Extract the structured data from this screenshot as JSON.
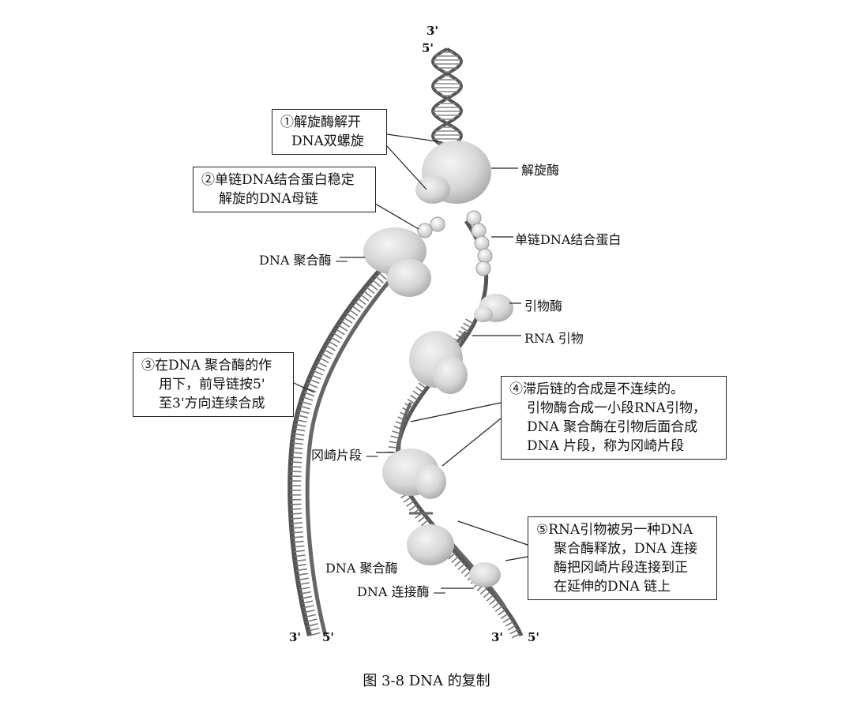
{
  "ends": {
    "top3": "3'",
    "top5": "5'",
    "bl3": "3'",
    "bl5": "5'",
    "br3": "3'",
    "br5": "5'"
  },
  "boxes": {
    "step1": [
      "①解旋酶解开",
      "DNA双螺旋"
    ],
    "step2": [
      "②单链DNA结合蛋白稳定",
      "解旋的DNA母链"
    ],
    "step3": [
      "③在DNA 聚合酶的作",
      "用下，前导链按5'",
      "至3'方向连续合成"
    ],
    "step4": [
      "④滞后链的合成是不连续的。",
      "引物酶合成一小段RNA引物，",
      "DNA 聚合酶在引物后面合成",
      "DNA 片段，称为冈崎片段"
    ],
    "step5": [
      "⑤RNA引物被另一种DNA",
      "聚合酶释放，DNA 连接",
      "酶把冈崎片段连接到正",
      "在延伸的DNA 链上"
    ]
  },
  "labels": {
    "helicase": "解旋酶",
    "ssb": "单链DNA结合蛋白",
    "polymerase_top": "DNA 聚合酶 —",
    "primase": "引物酶",
    "rna_primer": "RNA 引物",
    "okazaki": "冈崎片段 —",
    "polymerase_bottom": "DNA 聚合酶",
    "ligase": "DNA 连接酶 —"
  },
  "caption": "图 3-8    DNA 的复制"
}
